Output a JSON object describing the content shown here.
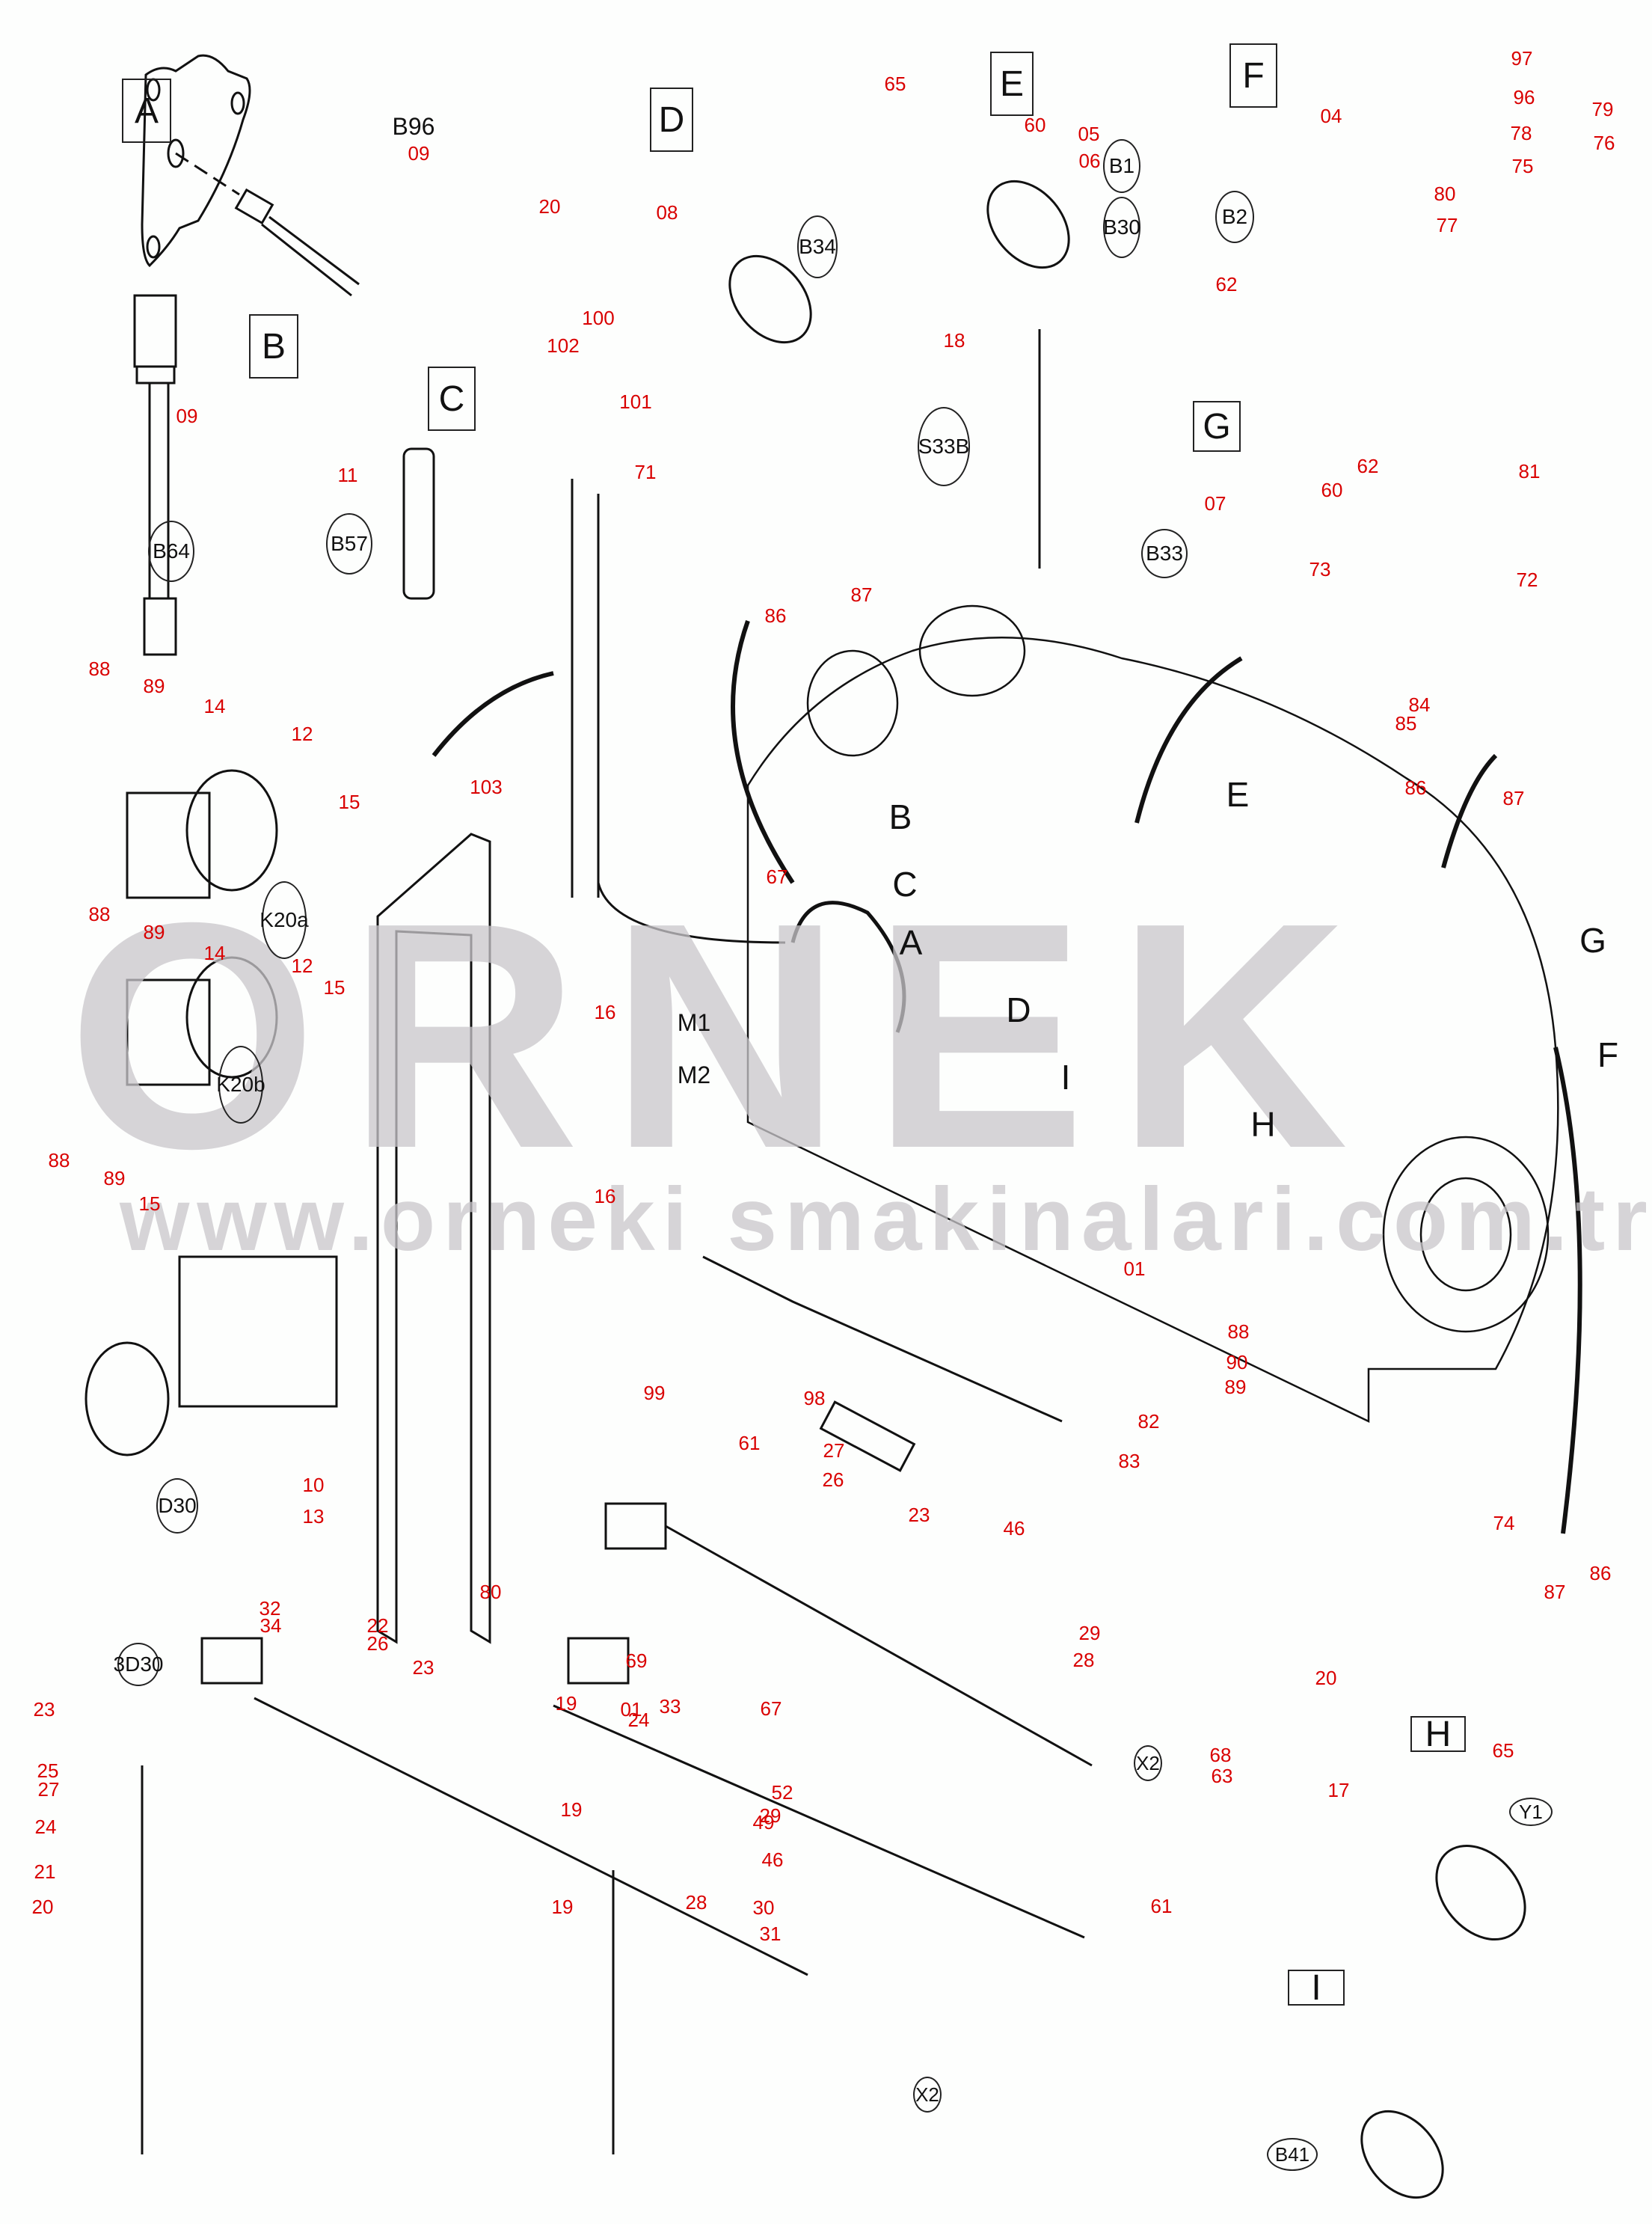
{
  "diagram": {
    "type": "exploded-parts-diagram",
    "subject": "Engine electrical sensors and wiring harness",
    "watermark": {
      "logo": "ORNEK",
      "url": "www.orneki smakinalari.com.tr"
    },
    "detail_views": [
      "A",
      "B",
      "C",
      "D",
      "E",
      "F",
      "G",
      "H",
      "I"
    ],
    "engine_callouts": [
      "A",
      "B",
      "C",
      "D",
      "E",
      "F",
      "G",
      "H",
      "I"
    ],
    "component_refs": [
      "B96",
      "B64",
      "B57",
      "B34",
      "B1",
      "B30",
      "B2",
      "S33B",
      "B33",
      "K20a",
      "K20b",
      "D30",
      "3D30",
      "M1",
      "M2",
      "X2",
      "X2",
      "Y1",
      "B41"
    ],
    "part_numbers": [
      "09",
      "09",
      "11",
      "65",
      "60",
      "05",
      "06",
      "20",
      "08",
      "100",
      "102",
      "101",
      "04",
      "62",
      "97",
      "96",
      "78",
      "75",
      "79",
      "76",
      "80",
      "77",
      "18",
      "71",
      "86",
      "87",
      "62",
      "60",
      "07",
      "81",
      "73",
      "84",
      "85",
      "72",
      "86",
      "87",
      "88",
      "89",
      "14",
      "12",
      "15",
      "88",
      "89",
      "14",
      "12",
      "15",
      "16",
      "16",
      "88",
      "89",
      "15",
      "103",
      "67",
      "01",
      "10",
      "13",
      "80",
      "99",
      "98",
      "61",
      "27",
      "26",
      "23",
      "46",
      "29",
      "28",
      "88",
      "90",
      "89",
      "82",
      "83",
      "74",
      "86",
      "87",
      "32",
      "34",
      "22",
      "26",
      "23",
      "19",
      "01",
      "33",
      "19",
      "29",
      "28",
      "30",
      "31",
      "19",
      "23",
      "25",
      "27",
      "24",
      "21",
      "20",
      "69",
      "24",
      "67",
      "52",
      "49",
      "46",
      "68",
      "63",
      "61",
      "20",
      "65",
      "17"
    ]
  }
}
